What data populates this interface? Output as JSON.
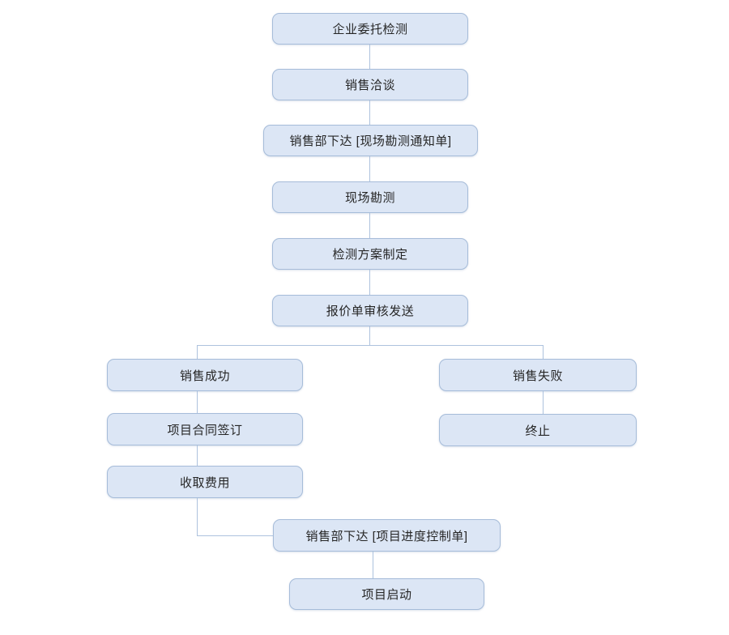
{
  "flowchart": {
    "title": "enterprise-testing-sales-process-flowchart",
    "nodes": [
      {
        "id": "enterprise-entrust",
        "label": "企业委托检测"
      },
      {
        "id": "sales-negotiation",
        "label": "销售洽谈"
      },
      {
        "id": "survey-notice",
        "label": "销售部下达 [现场勘测通知单]"
      },
      {
        "id": "site-survey",
        "label": "现场勘测"
      },
      {
        "id": "plan-formulation",
        "label": "检测方案制定"
      },
      {
        "id": "quotation-review",
        "label": "报价单审核发送"
      },
      {
        "id": "sales-success",
        "label": "销售成功"
      },
      {
        "id": "sales-failure",
        "label": "销售失败"
      },
      {
        "id": "contract-signing",
        "label": "项目合同签订"
      },
      {
        "id": "termination",
        "label": "终止"
      },
      {
        "id": "fee-collection",
        "label": "收取费用"
      },
      {
        "id": "progress-control",
        "label": "销售部下达 [项目进度控制单]"
      },
      {
        "id": "project-start",
        "label": "项目启动"
      }
    ],
    "colors": {
      "background": "#ffffff",
      "node_fill": "#dce6f5",
      "node_border": "#a6bcd9",
      "connector": "#adc2de",
      "text": "#262626"
    }
  }
}
